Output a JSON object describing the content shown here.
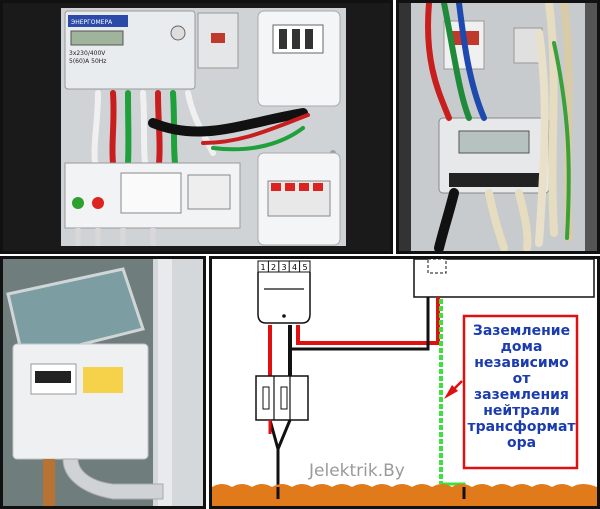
{
  "photos": {
    "top_left": {
      "meter_brand": "ЭНЕРГОМЕРА",
      "meter_line1": "3х230/400V",
      "meter_line2": "5(60)А 50Hz"
    },
    "top_right": {},
    "bottom_left": {}
  },
  "diagram": {
    "terminal_numbers": [
      "1",
      "2",
      "3",
      "4",
      "5"
    ],
    "caption_lines": [
      "Заземление",
      "дома",
      "независимо",
      "от",
      "заземления",
      "нейтрали",
      "трансформат",
      "ора"
    ],
    "watermark": "Jelektrik.By"
  },
  "colors": {
    "phase_wire": "#e01010",
    "neutral_wire": "#111111",
    "ground_wire": "#3ee03e",
    "caption_border": "#e01010",
    "caption_text": "#1a3cb0",
    "arrow": "#e01010",
    "soil": "#e07a1a"
  }
}
